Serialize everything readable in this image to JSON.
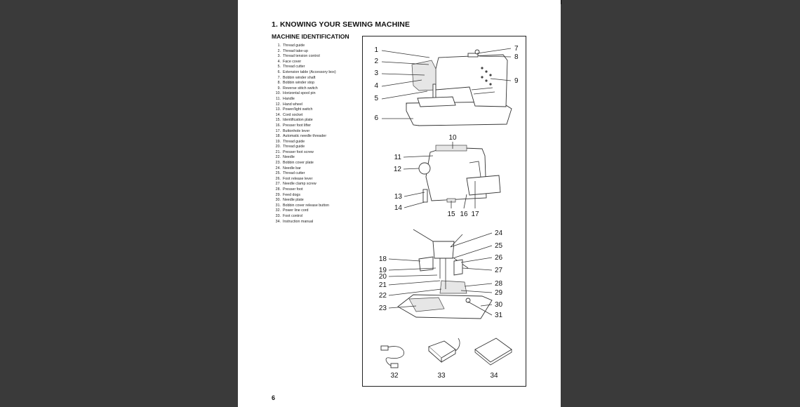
{
  "document": {
    "heading": "1. KNOWING YOUR SEWING MACHINE",
    "subheading": "MACHINE IDENTIFICATION",
    "page_number": "6",
    "parts": [
      {
        "num": "1.",
        "name": "Thread guide"
      },
      {
        "num": "2.",
        "name": "Thread take-up"
      },
      {
        "num": "3.",
        "name": "Thread tension control"
      },
      {
        "num": "4.",
        "name": "Face cover"
      },
      {
        "num": "5.",
        "name": "Thread cutter"
      },
      {
        "num": "6.",
        "name": "Extension table (Accessory box)"
      },
      {
        "num": "7.",
        "name": "Bobbin winder shaft"
      },
      {
        "num": "8.",
        "name": "Bobbin winder stop"
      },
      {
        "num": "9.",
        "name": "Reverse stitch switch"
      },
      {
        "num": "10.",
        "name": "Horizontal spool pin"
      },
      {
        "num": "11.",
        "name": "Handle"
      },
      {
        "num": "12.",
        "name": "Hand wheel"
      },
      {
        "num": "13.",
        "name": "Power/light switch"
      },
      {
        "num": "14.",
        "name": "Cord socket"
      },
      {
        "num": "15.",
        "name": "Identification plate"
      },
      {
        "num": "16.",
        "name": "Presser foot lifter"
      },
      {
        "num": "17.",
        "name": "Buttonhole lever"
      },
      {
        "num": "18.",
        "name": "Automatic needle threader"
      },
      {
        "num": "19.",
        "name": "Thread guide"
      },
      {
        "num": "20.",
        "name": "Thread guide"
      },
      {
        "num": "21.",
        "name": "Presser foot screw"
      },
      {
        "num": "22.",
        "name": "Needle"
      },
      {
        "num": "23.",
        "name": "Bobbin cover plate"
      },
      {
        "num": "24.",
        "name": "Needle bar"
      },
      {
        "num": "25.",
        "name": "Thread cutter"
      },
      {
        "num": "26.",
        "name": "Foot release lever"
      },
      {
        "num": "27.",
        "name": "Needle clamp screw"
      },
      {
        "num": "28.",
        "name": "Presser foot"
      },
      {
        "num": "29.",
        "name": "Feed dogs"
      },
      {
        "num": "30.",
        "name": "Needle plate"
      },
      {
        "num": "31.",
        "name": "Bobbin cover release button"
      },
      {
        "num": "32.",
        "name": "Power line cord"
      },
      {
        "num": "33.",
        "name": "Foot control"
      },
      {
        "num": "34.",
        "name": "Instruction manual"
      }
    ]
  },
  "figure": {
    "callouts": [
      "1",
      "2",
      "3",
      "4",
      "5",
      "6",
      "7",
      "8",
      "9",
      "10",
      "11",
      "12",
      "13",
      "14",
      "15",
      "16",
      "17",
      "18",
      "19",
      "20",
      "21",
      "22",
      "23",
      "24",
      "25",
      "26",
      "27",
      "28",
      "29",
      "30",
      "31",
      "32",
      "33",
      "34"
    ]
  }
}
